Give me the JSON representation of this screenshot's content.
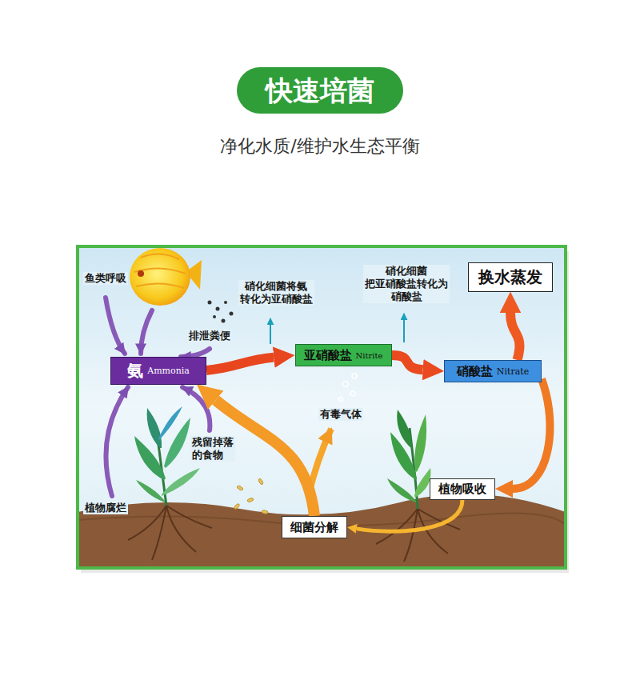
{
  "diagram": {
    "title": "快速培菌",
    "caption": "净化水质/维护水生态平衡",
    "nodes": [
      {
        "text": [
          "氨",
          "Ammonia"
        ]
      },
      {
        "text": [
          "亚硝酸盐",
          "Nitrite"
        ]
      },
      {
        "text": [
          "硝酸盐",
          "Nitrate"
        ]
      },
      {
        "text": [
          "换水蒸发"
        ]
      },
      {
        "text": [
          "植物吸收"
        ]
      },
      {
        "text": [
          "细菌分解"
        ]
      }
    ],
    "edges": [
      {
        "from": 0,
        "to": 1,
        "arrow": "to"
      },
      {
        "from": 1,
        "to": 2,
        "arrow": "to"
      },
      {
        "from": 2,
        "to": 3,
        "arrow": "to"
      },
      {
        "from": 2,
        "to": 4,
        "arrow": "to"
      },
      {
        "from": 4,
        "to": 5,
        "arrow": "to"
      },
      {
        "from": 5,
        "to": 0,
        "arrow": "to"
      }
    ],
    "labels": [
      "鱼类呼吸",
      "排泄粪便",
      "硝化细菌将氨 转化为亚硝酸盐",
      "硝化细菌 把亚硝酸盐转化为 硝酸盐",
      "有毒气体",
      "植物腐烂",
      "残留掉落 的食物"
    ]
  }
}
